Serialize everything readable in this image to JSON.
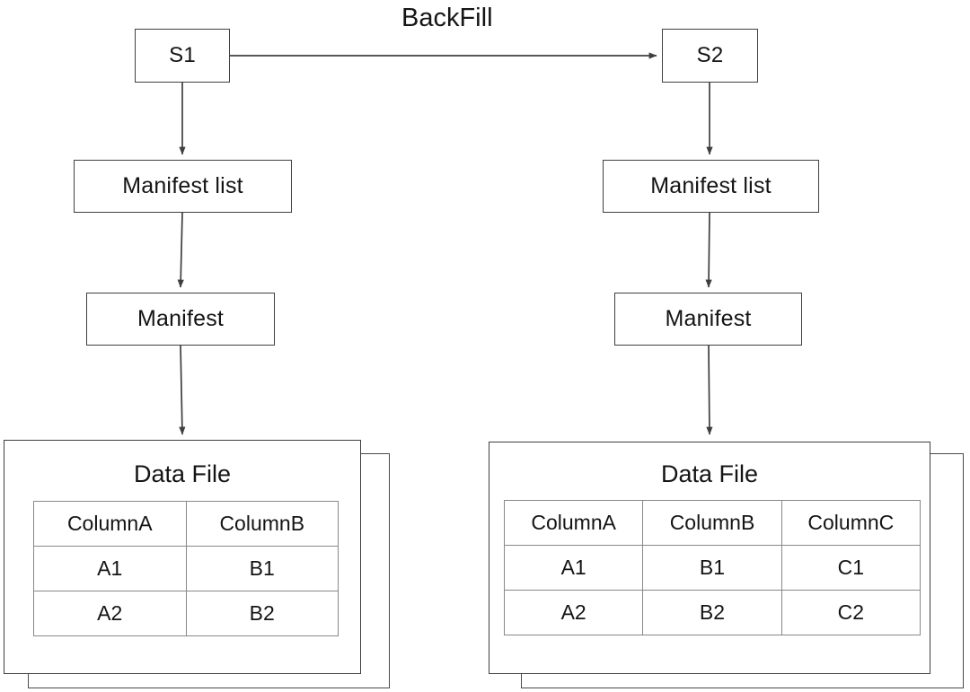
{
  "diagram": {
    "title": "BackFill",
    "left_branch": {
      "snapshot": "S1",
      "manifest_list": "Manifest list",
      "manifest": "Manifest",
      "data_file": {
        "title": "Data File",
        "columns": [
          "ColumnA",
          "ColumnB"
        ],
        "rows": [
          [
            "A1",
            "B1"
          ],
          [
            "A2",
            "B2"
          ]
        ]
      }
    },
    "right_branch": {
      "snapshot": "S2",
      "manifest_list": "Manifest list",
      "manifest": "Manifest",
      "data_file": {
        "title": "Data File",
        "columns": [
          "ColumnA",
          "ColumnB",
          "ColumnC"
        ],
        "rows": [
          [
            "A1",
            "B1",
            "C1"
          ],
          [
            "A2",
            "B2",
            "C2"
          ]
        ]
      }
    },
    "colors": {
      "stroke": "#3f3f3f",
      "table_stroke": "#888888",
      "text": "#141414",
      "background": "#ffffff"
    }
  }
}
